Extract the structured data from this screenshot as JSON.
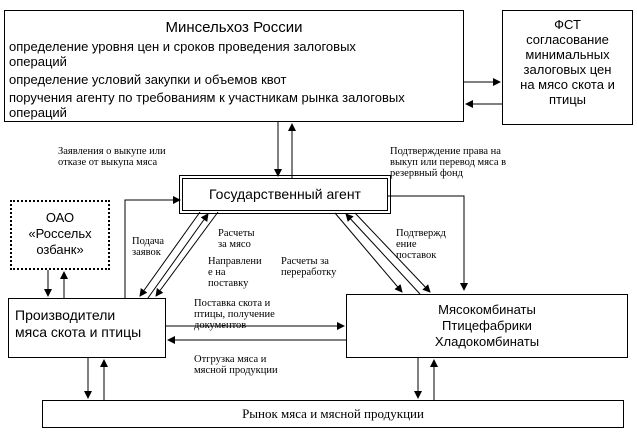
{
  "ministry": {
    "title": "Минсельхоз России",
    "items": [
      "определение уровня цен и сроков проведения залоговых\nопераций",
      "определение условий закупки и объемов квот",
      "поручения агенту по требованиям к участникам рынка залоговых\nопераций"
    ]
  },
  "fst": {
    "text": "ФСТ\nсогласование\nминимальных\nзалоговых цен\nна мясо скота и\nптицы"
  },
  "agent": {
    "title": "Государственный агент"
  },
  "oao": {
    "text": "ОАО\n«Россельх\nозбанк»"
  },
  "producers": {
    "text": "Производители\nмяса скота и птицы"
  },
  "plants": {
    "text": "Мясокомбинаты\nПтицефабрики\nХладокомбинаты"
  },
  "market": {
    "title": "Рынок мяса и мясной продукции"
  },
  "labels": {
    "applications": "Заявления о выкупе или\nотказе от выкупа мяса",
    "confirm_right": "Подтверждение права на\nвыкуп или перевод мяса в\nрезервный фонд",
    "submit_requests": "Подача\nзаявок",
    "payments_meat": "Расчеты\nза мясо",
    "direction_supply": "Направлени\nе на\nпоставку",
    "payments_processing": "Расчеты за\nпереработку",
    "confirm_supply": "Подтвержд\nение\nпоставок",
    "supply_livestock": "Поставка скота и\nптицы, получение\nдокументов",
    "shipment_meat": "Отгрузка мяса и\nмясной продукции"
  }
}
